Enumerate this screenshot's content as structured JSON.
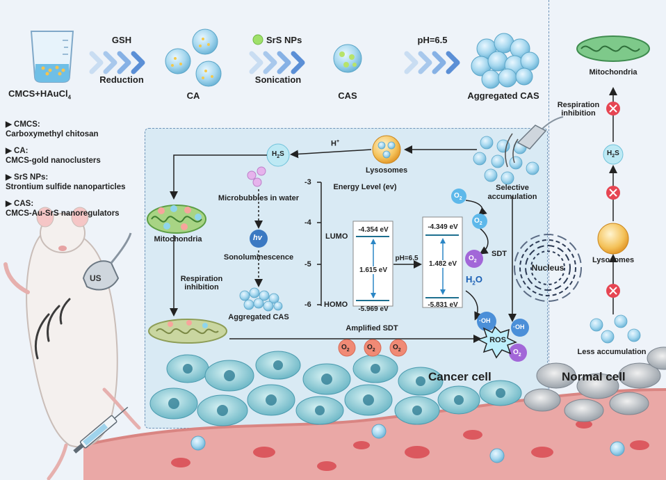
{
  "synthesis": {
    "start_label": "CMCS+HAuCl",
    "start_sub": "4",
    "step1_top": "GSH",
    "step1_bottom": "Reduction",
    "ca_label": "CA",
    "step2_top": "SrS NPs",
    "step2_bottom": "Sonication",
    "cas_label": "CAS",
    "step3_top": "pH=6.5",
    "aggregated_label": "Aggregated CAS"
  },
  "legend": [
    {
      "abbr": "CMCS:",
      "full": "Carboxymethyl chitosan"
    },
    {
      "abbr": "CA:",
      "full": "CMCS-gold nanoclusters"
    },
    {
      "abbr": "SrS NPs:",
      "full": "Strontium sulfide nanoparticles"
    },
    {
      "abbr": "CAS:",
      "full": "CMCS-Au-SrS nanoregulators"
    }
  ],
  "mouse": {
    "us_label": "US"
  },
  "cancer": {
    "h2s_main": "H",
    "h2s_sub": "2",
    "h2s_tail": "S",
    "h_plus": "H",
    "h_plus_sup": "+",
    "lysosomes": "Lysosomes",
    "selective": "Selective accumulation",
    "mitochondria": "Mitochondria",
    "microbubbles": "Microbubbles in water",
    "hv": "hv",
    "sonolum": "Sonoluminescence",
    "aggregated_cas": "Aggregated CAS",
    "respiration": "Respiration inhibition",
    "amplified_sdt": "Amplified SDT",
    "sdt": "SDT",
    "nucleus": "Nucleus",
    "ros": "ROS",
    "cell_label": "Cancer cell",
    "o2": "O",
    "o2_sub": "2",
    "oh": "·OH",
    "h2o_main": "H",
    "h2o_sub": "2",
    "h2o_tail": "O"
  },
  "energy": {
    "title": "Energy Level (ev)",
    "ticks": [
      "-3",
      "-4",
      "-5",
      "-6"
    ],
    "lumo": "LUMO",
    "homo": "HOMO",
    "left_lumo": "-4.354 eV",
    "left_gap": "1.615 eV",
    "left_homo": "-5.969 eV",
    "ph": "pH=6.5",
    "right_lumo": "-4.349 eV",
    "right_gap": "1.482 eV",
    "right_homo": "-5.831 eV"
  },
  "normal": {
    "mitochondria": "Mitochondria",
    "respiration": "Respiration inhibition",
    "h2s_main": "H",
    "h2s_sub": "2",
    "h2s_tail": "S",
    "lysosomes": "Lysosomes",
    "less": "Less accumulation",
    "cell_label": "Normal cell"
  },
  "colors": {
    "panel_border": "#6d93b8",
    "arrow_blue": "#5b8fd6",
    "vessel": "#e9a4a4",
    "inhibit": "#e64552"
  }
}
